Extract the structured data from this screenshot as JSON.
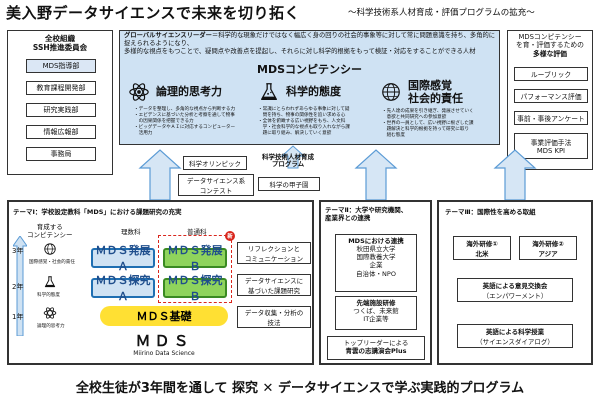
{
  "header": {
    "title": "美入野データサイエンスで未来を切り拓く",
    "subtitle": "～科学技術系人材育成・評価プログラムの拡充～"
  },
  "left_panel": {
    "title_line1": "全校組織",
    "title_line2": "SSH推進委員会",
    "items": [
      "MDS指導部",
      "教育課程開発部",
      "研究実践部",
      "情報広報部",
      "事務局"
    ]
  },
  "right_panel": {
    "title_line1": "MDSコンピテンシー",
    "title_line2": "を育・評価するための",
    "title_line3": "多様な評価",
    "items": [
      "ルーブリック",
      "パフォーマンス評価",
      "事前・事後アンケート"
    ],
    "last_line1": "事業評価手法",
    "last_line2": "MDS KPI"
  },
  "center": {
    "gl_label": "グローバルサイエンスリーダー",
    "gl_text1": "＝科学的な現象だけではなく幅広く身の回りの社会的事象等に対して常に問題意識を持ち、",
    "gl_text2": "多角的に捉えられるようになり、",
    "gl_text3": "多様的な視点をもつことで、疑問点や改善点を提起し、それらに対し科学的根拠をもって検証・対応をすることができる人材",
    "comp_title": "MDSコンピテンシー",
    "comps": [
      {
        "name": "論理的思考力",
        "desc1": "・データを整理し、多角的な視点から判断する力",
        "desc2": "・エビデンスに基づいた分析と考察を通して物事",
        "desc3": "　の因果関係を把握できる力",
        "desc4": "・ビッグデータやＡＩに対応するコンピューター",
        "desc5": "　活用力"
      },
      {
        "name": "科学的態度",
        "desc1": "・常識にとらわれずあらゆる事象に対して疑",
        "desc2": "　問を持ち、物事の関係性を追い求める心",
        "desc3": "・全体を俯瞰する広い視野をもち、人文科",
        "desc4": "　学・社会科学的な視点も取り入れながら課",
        "desc5": "　題に取り組み、解決していく意欲"
      },
      {
        "name_line1": "国際感覚",
        "name_line2": "社会的責任",
        "desc1": "・先人達の成果を引き継ぎ、発展させていく",
        "desc2": "　意欲と共同研究への参加意欲",
        "desc3": "・世界の一員として、広い視野に根ざした課",
        "desc4": "　題解決と科学的根拠を持って研究に取り",
        "desc5": "　組む態度"
      }
    ]
  },
  "mid": {
    "olympic": "科学オリンピック",
    "program_line1": "科学技術人材育成",
    "program_line2": "プログラム",
    "contest_line1": "データサイエンス系",
    "contest_line2": "コンテスト",
    "koshien": "科学の甲子園"
  },
  "panel1": {
    "title": "テーマⅠ：学校設定教科「MDS」における課題研究の充実",
    "col_label1": "育成する",
    "col_label2": "コンピテンシー",
    "col_course1": "理数科",
    "col_course2": "普通科",
    "years": [
      "3年",
      "2年",
      "1年"
    ],
    "comp_labels": [
      "国際感覚・社会的責任",
      "科学的態度",
      "論理的思考力"
    ],
    "pills": [
      "ＭＤＳ発展Ａ",
      "ＭＤＳ発展Ｂ",
      "ＭＤＳ探究Ａ",
      "ＭＤＳ探究Ｂ",
      "ＭＤＳ基礎"
    ],
    "new_badge": "新",
    "descs": [
      {
        "l1": "リフレクションと",
        "l2": "コミュニケーション"
      },
      {
        "l1": "データサイエンスに",
        "l2": "基づいた課題研究"
      },
      {
        "l1": "データ収集・分析の",
        "l2": "技法"
      }
    ],
    "logo": "ＭＤＳ",
    "logo_sub": "Miirino Data Science"
  },
  "panel2": {
    "title_line1": "テーマⅡ：大学や研究機関、",
    "title_line2": "産業界との連携",
    "box1_title": "MDSにおける連携",
    "box1_items": [
      "秋田県立大学",
      "国際教養大学",
      "企業",
      "自治体・NPO"
    ],
    "box2_title": "先端施設研修",
    "box2_line1": "つくば、未来館",
    "box2_line2": "IT企業等",
    "box3_line1": "トップリーダーによる",
    "box3_line2": "青雲の志講演会Plus"
  },
  "panel3": {
    "title": "テーマⅢ：国際性を高める取組",
    "trip1_line1": "海外研修①",
    "trip1_line2": "北米",
    "trip2_line1": "海外研修②",
    "trip2_line2": "アジア",
    "box_a_line1": "英語による意見交換会",
    "box_a_line2": "（エンパワーメント）",
    "box_b_line1": "英語による科学授業",
    "box_b_line2": "（サイエンスダイアログ）"
  },
  "footer": {
    "text": "全校生徒が3年間を通して 探究 ✕ データサイエンスで学ぶ実践的プログラム"
  },
  "colors": {
    "center_bg": "#cfe2f3",
    "pill_blue": "#cfe2f3",
    "pill_green": "#8fd45c",
    "pill_yellow": "#ffe033",
    "arrow_blue": "#5b9bd5",
    "new_badge": "#d9261c"
  }
}
